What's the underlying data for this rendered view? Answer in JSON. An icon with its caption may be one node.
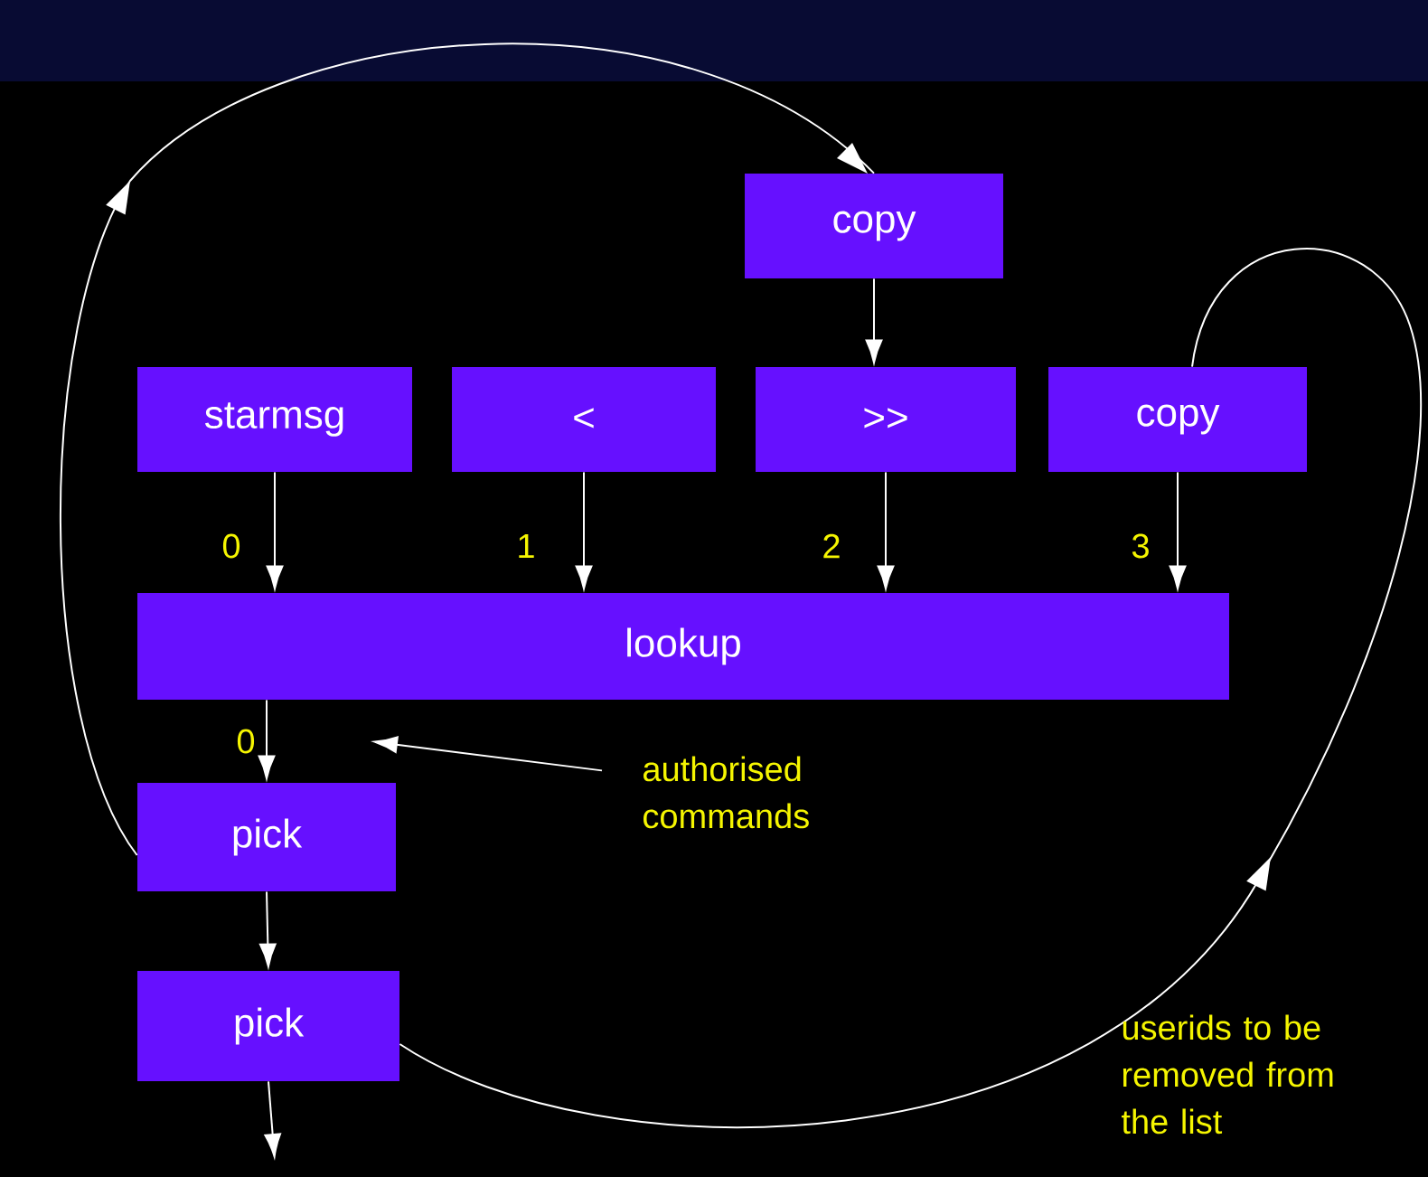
{
  "diagram": {
    "nodes": [
      {
        "text": [
          "copy"
        ]
      },
      {
        "text": [
          "starmsg"
        ]
      },
      {
        "text": [
          "<"
        ]
      },
      {
        "text": [
          ">>"
        ]
      },
      {
        "text": [
          "copy"
        ]
      },
      {
        "text": [
          "lookup"
        ]
      },
      {
        "text": [
          "pick"
        ]
      },
      {
        "text": [
          "pick"
        ]
      },
      {
        "text": [
          "authorised commands"
        ]
      }
    ],
    "edges": [
      {
        "from": 0,
        "to": 3,
        "arrow": "to"
      },
      {
        "from": 1,
        "to": 5,
        "arrow": "to",
        "label": "0"
      },
      {
        "from": 2,
        "to": 5,
        "arrow": "to",
        "label": "1"
      },
      {
        "from": 3,
        "to": 5,
        "arrow": "to",
        "label": "2"
      },
      {
        "from": 4,
        "to": 5,
        "arrow": "to",
        "label": "3"
      },
      {
        "from": 5,
        "to": 6,
        "arrow": "to",
        "label": "0"
      },
      {
        "from": 6,
        "to": 7,
        "arrow": "to"
      },
      {
        "from": 7,
        "to": null,
        "arrow": "to"
      },
      {
        "from": 6,
        "to": 0,
        "arrow": "to"
      },
      {
        "from": 7,
        "to": 4,
        "arrow": "to"
      },
      {
        "from": 8,
        "to": null,
        "arrow": "to"
      }
    ],
    "labels": [
      "userids to be removed from the list"
    ]
  }
}
